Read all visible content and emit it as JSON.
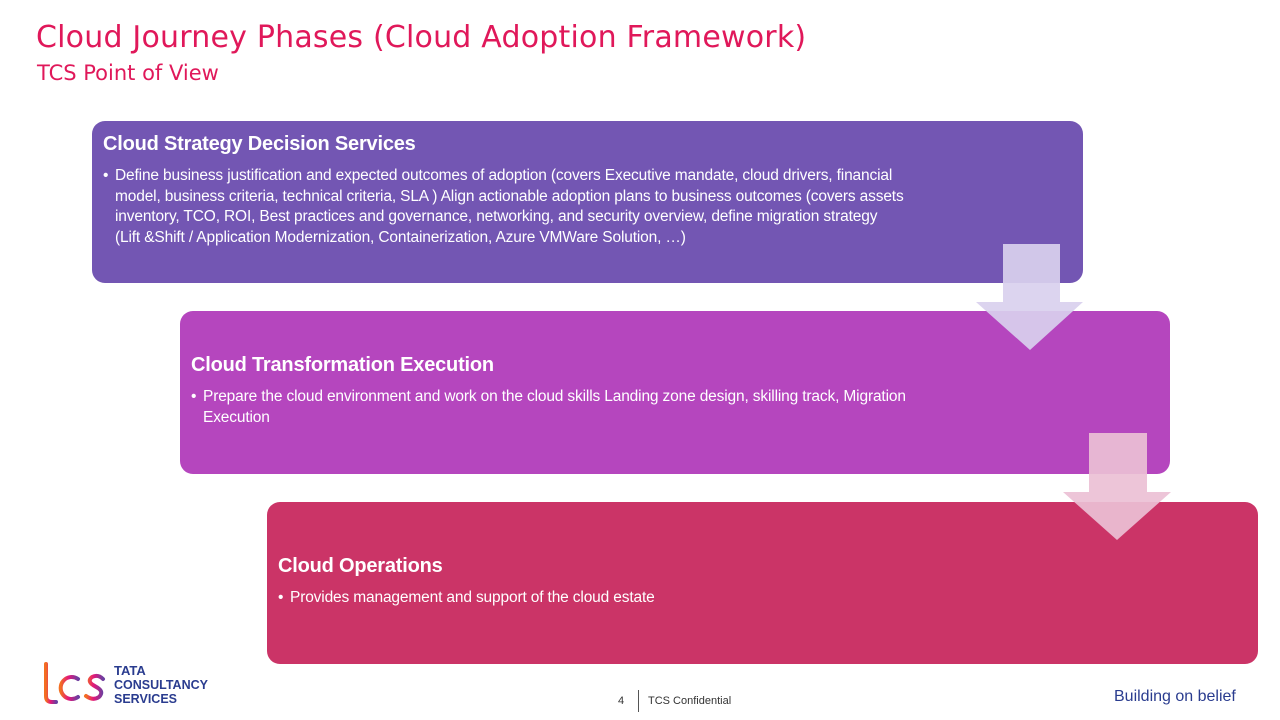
{
  "header": {
    "title": "Cloud Journey Phases (Cloud Adoption Framework)",
    "subtitle": "TCS Point of View"
  },
  "phases": [
    {
      "title": "Cloud Strategy Decision Services",
      "bullet": "Define business justification and expected outcomes of adoption (covers Executive mandate, cloud drivers, financial model, business criteria, technical criteria, SLA ) Align actionable adoption plans to business outcomes (covers assets inventory, TCO, ROI, Best practices and governance, networking, and security overview, define migration strategy (Lift &Shift / Application Modernization, Containerization, Azure VMWare Solution, …)",
      "color": "#7356b3"
    },
    {
      "title": "Cloud Transformation Execution",
      "bullet": "Prepare the cloud environment and work on the cloud skills Landing zone design, skilling track, Migration Execution",
      "color": "#b546be"
    },
    {
      "title": "Cloud Operations",
      "bullet": "Provides management and support of the cloud estate",
      "color": "#cb3467"
    }
  ],
  "bullet_char": "•",
  "footer": {
    "logo_lines": [
      "TATA",
      "CONSULTANCY",
      "SERVICES"
    ],
    "page_number": "4",
    "confidential": "TCS Confidential",
    "tagline": "Building on belief"
  },
  "colors": {
    "title": "#e0185a",
    "brand_blue": "#2a3c8f",
    "arrow1": "#d9d0ee",
    "arrow2": "#ebc0d5"
  },
  "icons": [
    "down-arrow-icon",
    "tcs-logo-icon"
  ]
}
